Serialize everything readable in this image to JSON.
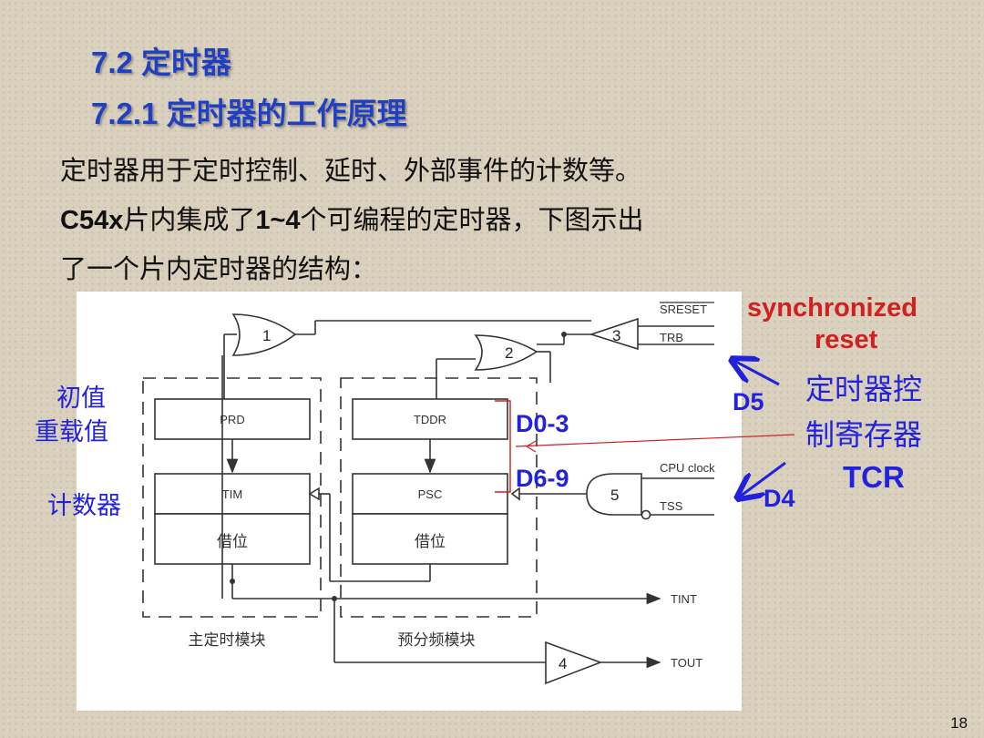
{
  "title": "7.2 定时器",
  "subtitle": "7.2.1 定时器的工作原理",
  "paragraph": {
    "line1": "定时器用于定时控制、延时、外部事件的计数等。",
    "line2_a": "C54x",
    "line2_b": "片内集成了",
    "line2_c": "1~4",
    "line2_d": "个可编程的定时器，下图示出",
    "line3": "了一个片内定时器的结构："
  },
  "diagram": {
    "gate_labels": [
      "1",
      "2",
      "3",
      "4",
      "5"
    ],
    "signals": {
      "sreset": "SRESET",
      "trb": "TRB",
      "cpu_clock": "CPU clock",
      "tss": "TSS",
      "tint": "TINT",
      "tout": "TOUT"
    },
    "registers": {
      "prd": "PRD",
      "tim": "TIM",
      "tddr": "TDDR",
      "psc": "PSC",
      "borrow_main": "借位",
      "borrow_pre": "借位"
    },
    "blocks": {
      "main": "主定时模块",
      "prescaler": "预分频模块"
    }
  },
  "annotations": {
    "sync_line1": "synchronized",
    "sync_line2": "reset",
    "initial_value": "初值",
    "reload_value": "重载值",
    "counter": "计数器",
    "d0_3": "D0-3",
    "d6_9": "D6-9",
    "d5": "D5",
    "d4": "D4",
    "tcr_line1": "定时器控",
    "tcr_line2": "制寄存器",
    "tcr_line3": "TCR"
  },
  "page_number": "18",
  "colors": {
    "title": "#1f3fc4",
    "annotation_blue": "#2222dd",
    "annotation_red": "#d0201f",
    "diagram_line": "#333333"
  }
}
